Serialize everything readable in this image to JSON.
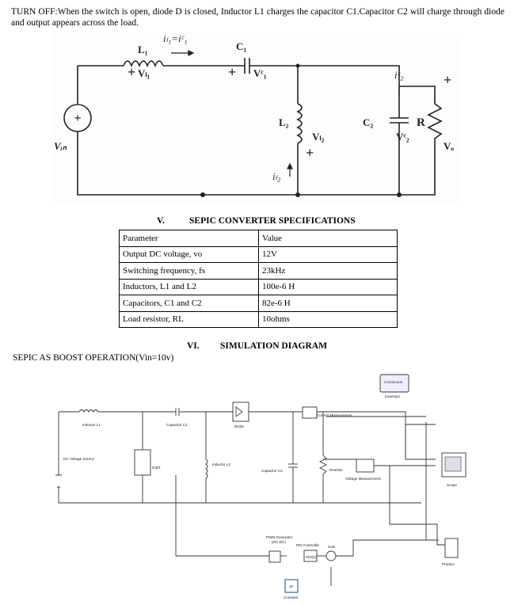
{
  "paragraph": "TURN OFF:When the switch is open, diode D is closed, Inductor L1 charges the capacitor C1.Capacitor C2 will charge through diode and output appears across the load.",
  "circuit": {
    "L1": "L₁",
    "VL1": "Vₗ₁",
    "iL1iC1": "iₗ₁=iᶜ₁",
    "C1": "C₁",
    "VC1": "Vᶜ₁",
    "L2": "L₂",
    "VL2": "Vₗ₂",
    "iL2": "iₗ₂",
    "C2": "C₂",
    "VC2": "Vᶜ₂",
    "iC2": "iᶜ₂",
    "R": "R",
    "Vo": "Vₒ",
    "Vin": "Vᵢₙ",
    "plus": "+"
  },
  "section5": {
    "num": "V.",
    "title": "SEPIC CONVERTER SPECIFICATIONS"
  },
  "spec_table": {
    "header": [
      "Parameter",
      "Value"
    ],
    "rows": [
      [
        "Output DC voltage, vo",
        "12V"
      ],
      [
        "Switching frequency, fs",
        "23kHz"
      ],
      [
        "Inductors, L1 and L2",
        "100e-6 H"
      ],
      [
        "Capacitors, C1 and C2",
        "82e-6 H"
      ],
      [
        "Load resistor, RL",
        "10ohms"
      ]
    ]
  },
  "section6": {
    "num": "VI.",
    "title": "SIMULATION DIAGRAM"
  },
  "caption": "SEPIC AS BOOST OPERATION(Vin=10v)",
  "sim": {
    "continuous": "Continuous",
    "powergui": "powergui",
    "inductor_l1": "Inductor L1",
    "capacitor_c1": "Capacitor C1",
    "diode": "Diode",
    "current_measurement": "Current Measurement",
    "dc_source": "DC Voltage Source",
    "igbt": "IGBT",
    "inductor_l2": "Inductor L2",
    "capacitor_c2": "Capacitor C2",
    "resistor": "Resistor",
    "voltage_measurement": "Voltage Measurement",
    "scope": "Scope",
    "pwm1": "PWM Generator",
    "pwm2": "(DC-DC)",
    "pid": "PID Controller",
    "pid_block": "PID(s)",
    "sum": "Sum",
    "product": "Product",
    "constant": "Constant",
    "constant_val": "10"
  }
}
